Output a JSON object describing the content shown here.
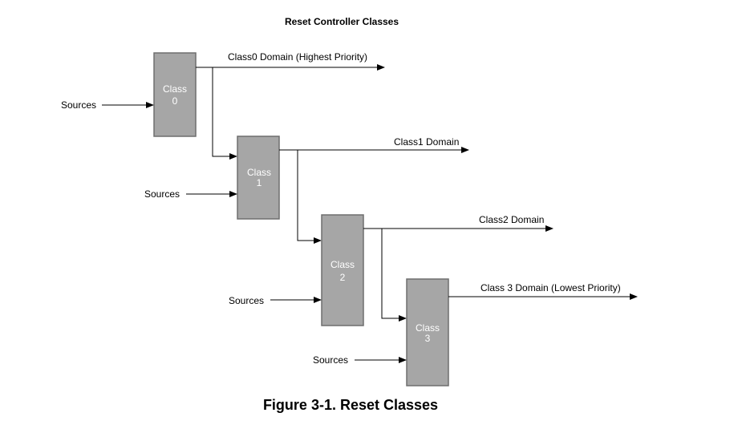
{
  "diagram": {
    "title": "Reset Controller Classes",
    "caption": "Figure 3-1. Reset Classes",
    "classes": [
      {
        "line1": "Class",
        "line2": "0",
        "source_label": "Sources",
        "domain_label": "Class0 Domain (Highest Priority)"
      },
      {
        "line1": "Class",
        "line2": "1",
        "source_label": "Sources",
        "domain_label": "Class1 Domain"
      },
      {
        "line1": "Class",
        "line2": "2",
        "source_label": "Sources",
        "domain_label": "Class2 Domain"
      },
      {
        "line1": "Class",
        "line2": "3",
        "source_label": "Sources",
        "domain_label": "Class 3 Domain (Lowest Priority)"
      }
    ],
    "colors": {
      "box_fill": "#a6a6a6",
      "box_stroke": "#6e6e6e",
      "line": "#000000"
    }
  }
}
